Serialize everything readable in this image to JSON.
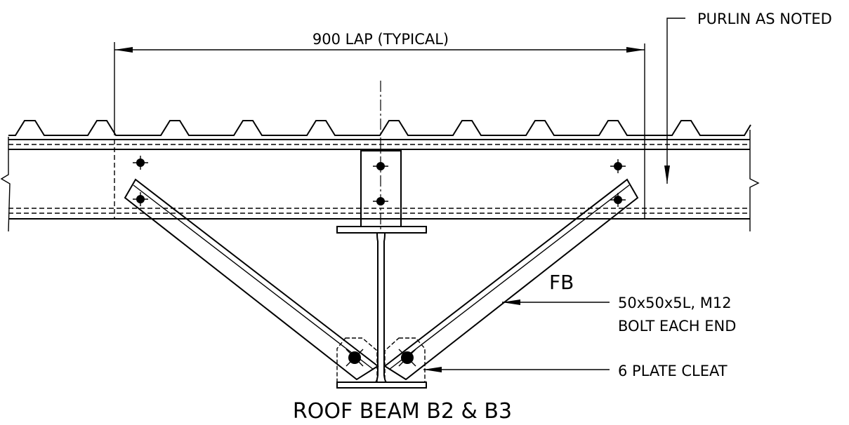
{
  "labels": {
    "lap": "900 LAP (TYPICAL)",
    "purlin": "PURLIN AS NOTED",
    "fb": "FB",
    "angle_line1": "50x50x5L, M12",
    "angle_line2": "BOLT EACH END",
    "cleat": "6 PLATE CLEAT",
    "title": "ROOF BEAM B2 & B3"
  }
}
